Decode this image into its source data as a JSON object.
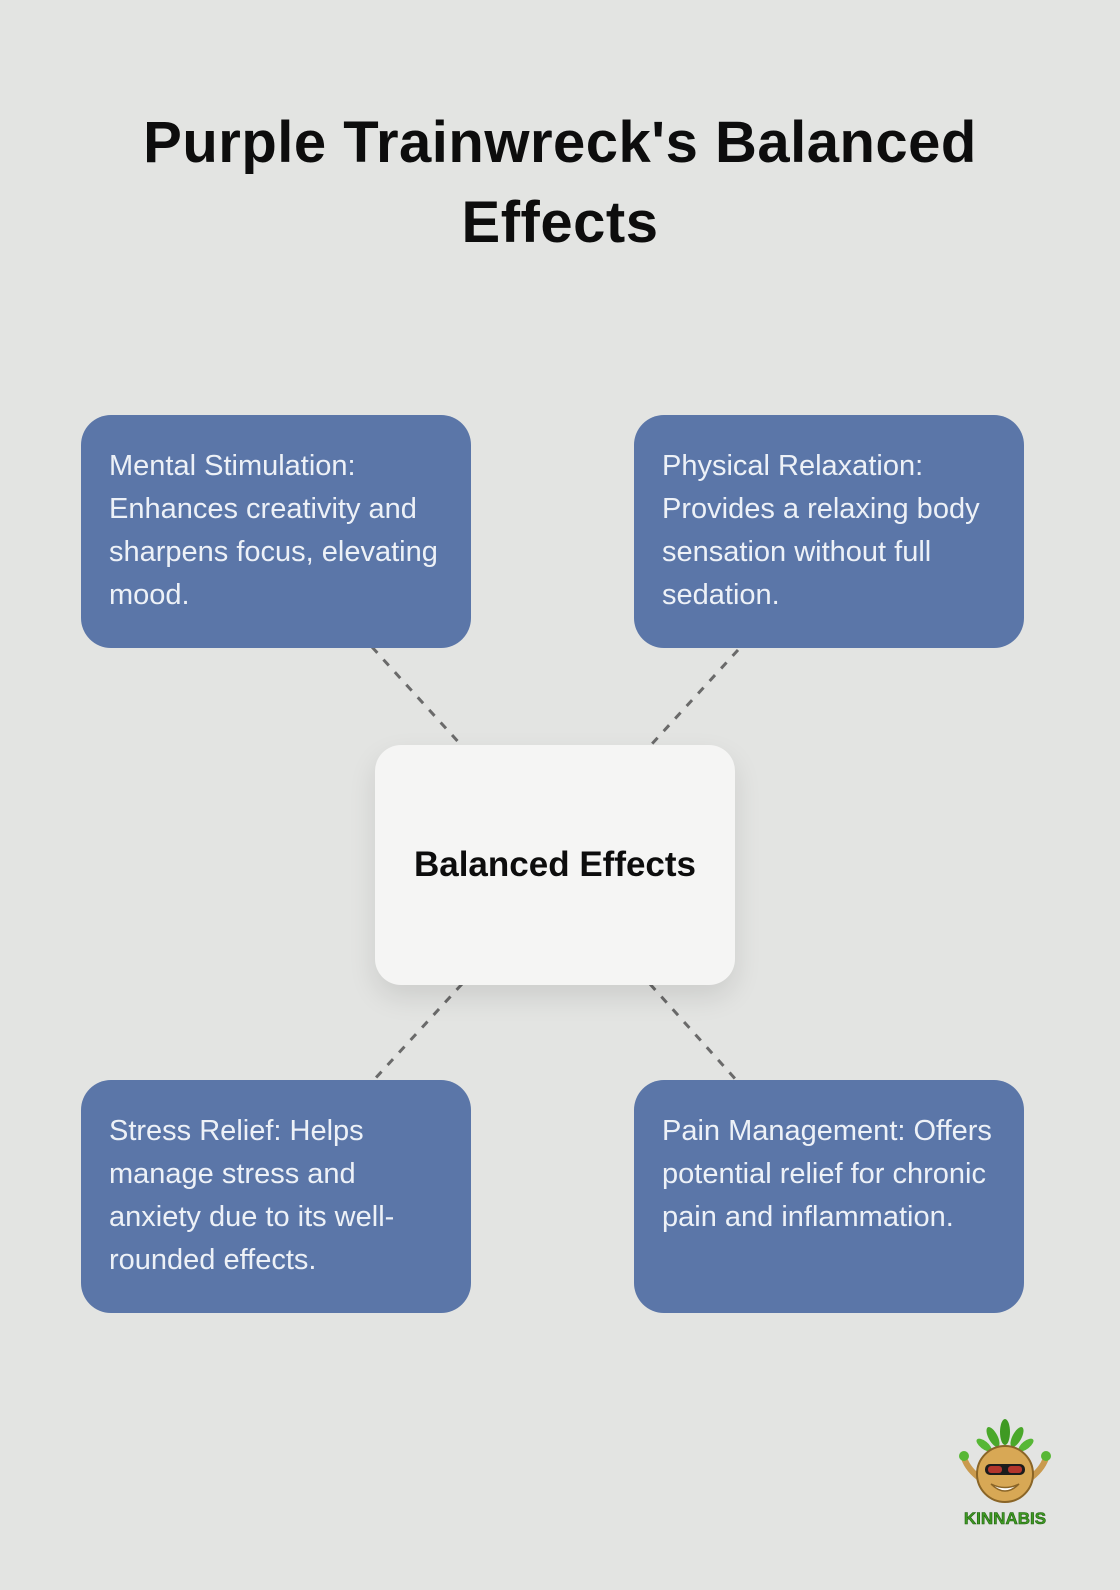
{
  "page": {
    "title": "Purple Trainwreck's Balanced Effects",
    "background_color": "#e3e4e2"
  },
  "diagram": {
    "center_node": {
      "label": "Balanced Effects",
      "background_color": "#f5f5f4"
    },
    "card_color": "#5b76a8",
    "card_text_color": "#edf1f7",
    "connector_color": "#6a6a6a",
    "nodes": [
      {
        "name": "mental-stimulation",
        "text": "Mental Stimulation: Enhances creativity and sharpens focus, elevating mood."
      },
      {
        "name": "physical-relaxation",
        "text": "Physical Relaxation: Provides a relaxing body sensation without full sedation."
      },
      {
        "name": "stress-relief",
        "text": "Stress Relief: Helps manage stress and anxiety due to its well-rounded effects."
      },
      {
        "name": "pain-management",
        "text": "Pain Management: Offers potential relief for chronic pain and inflammation."
      }
    ]
  },
  "footer": {
    "brand": "KINNABIS"
  }
}
